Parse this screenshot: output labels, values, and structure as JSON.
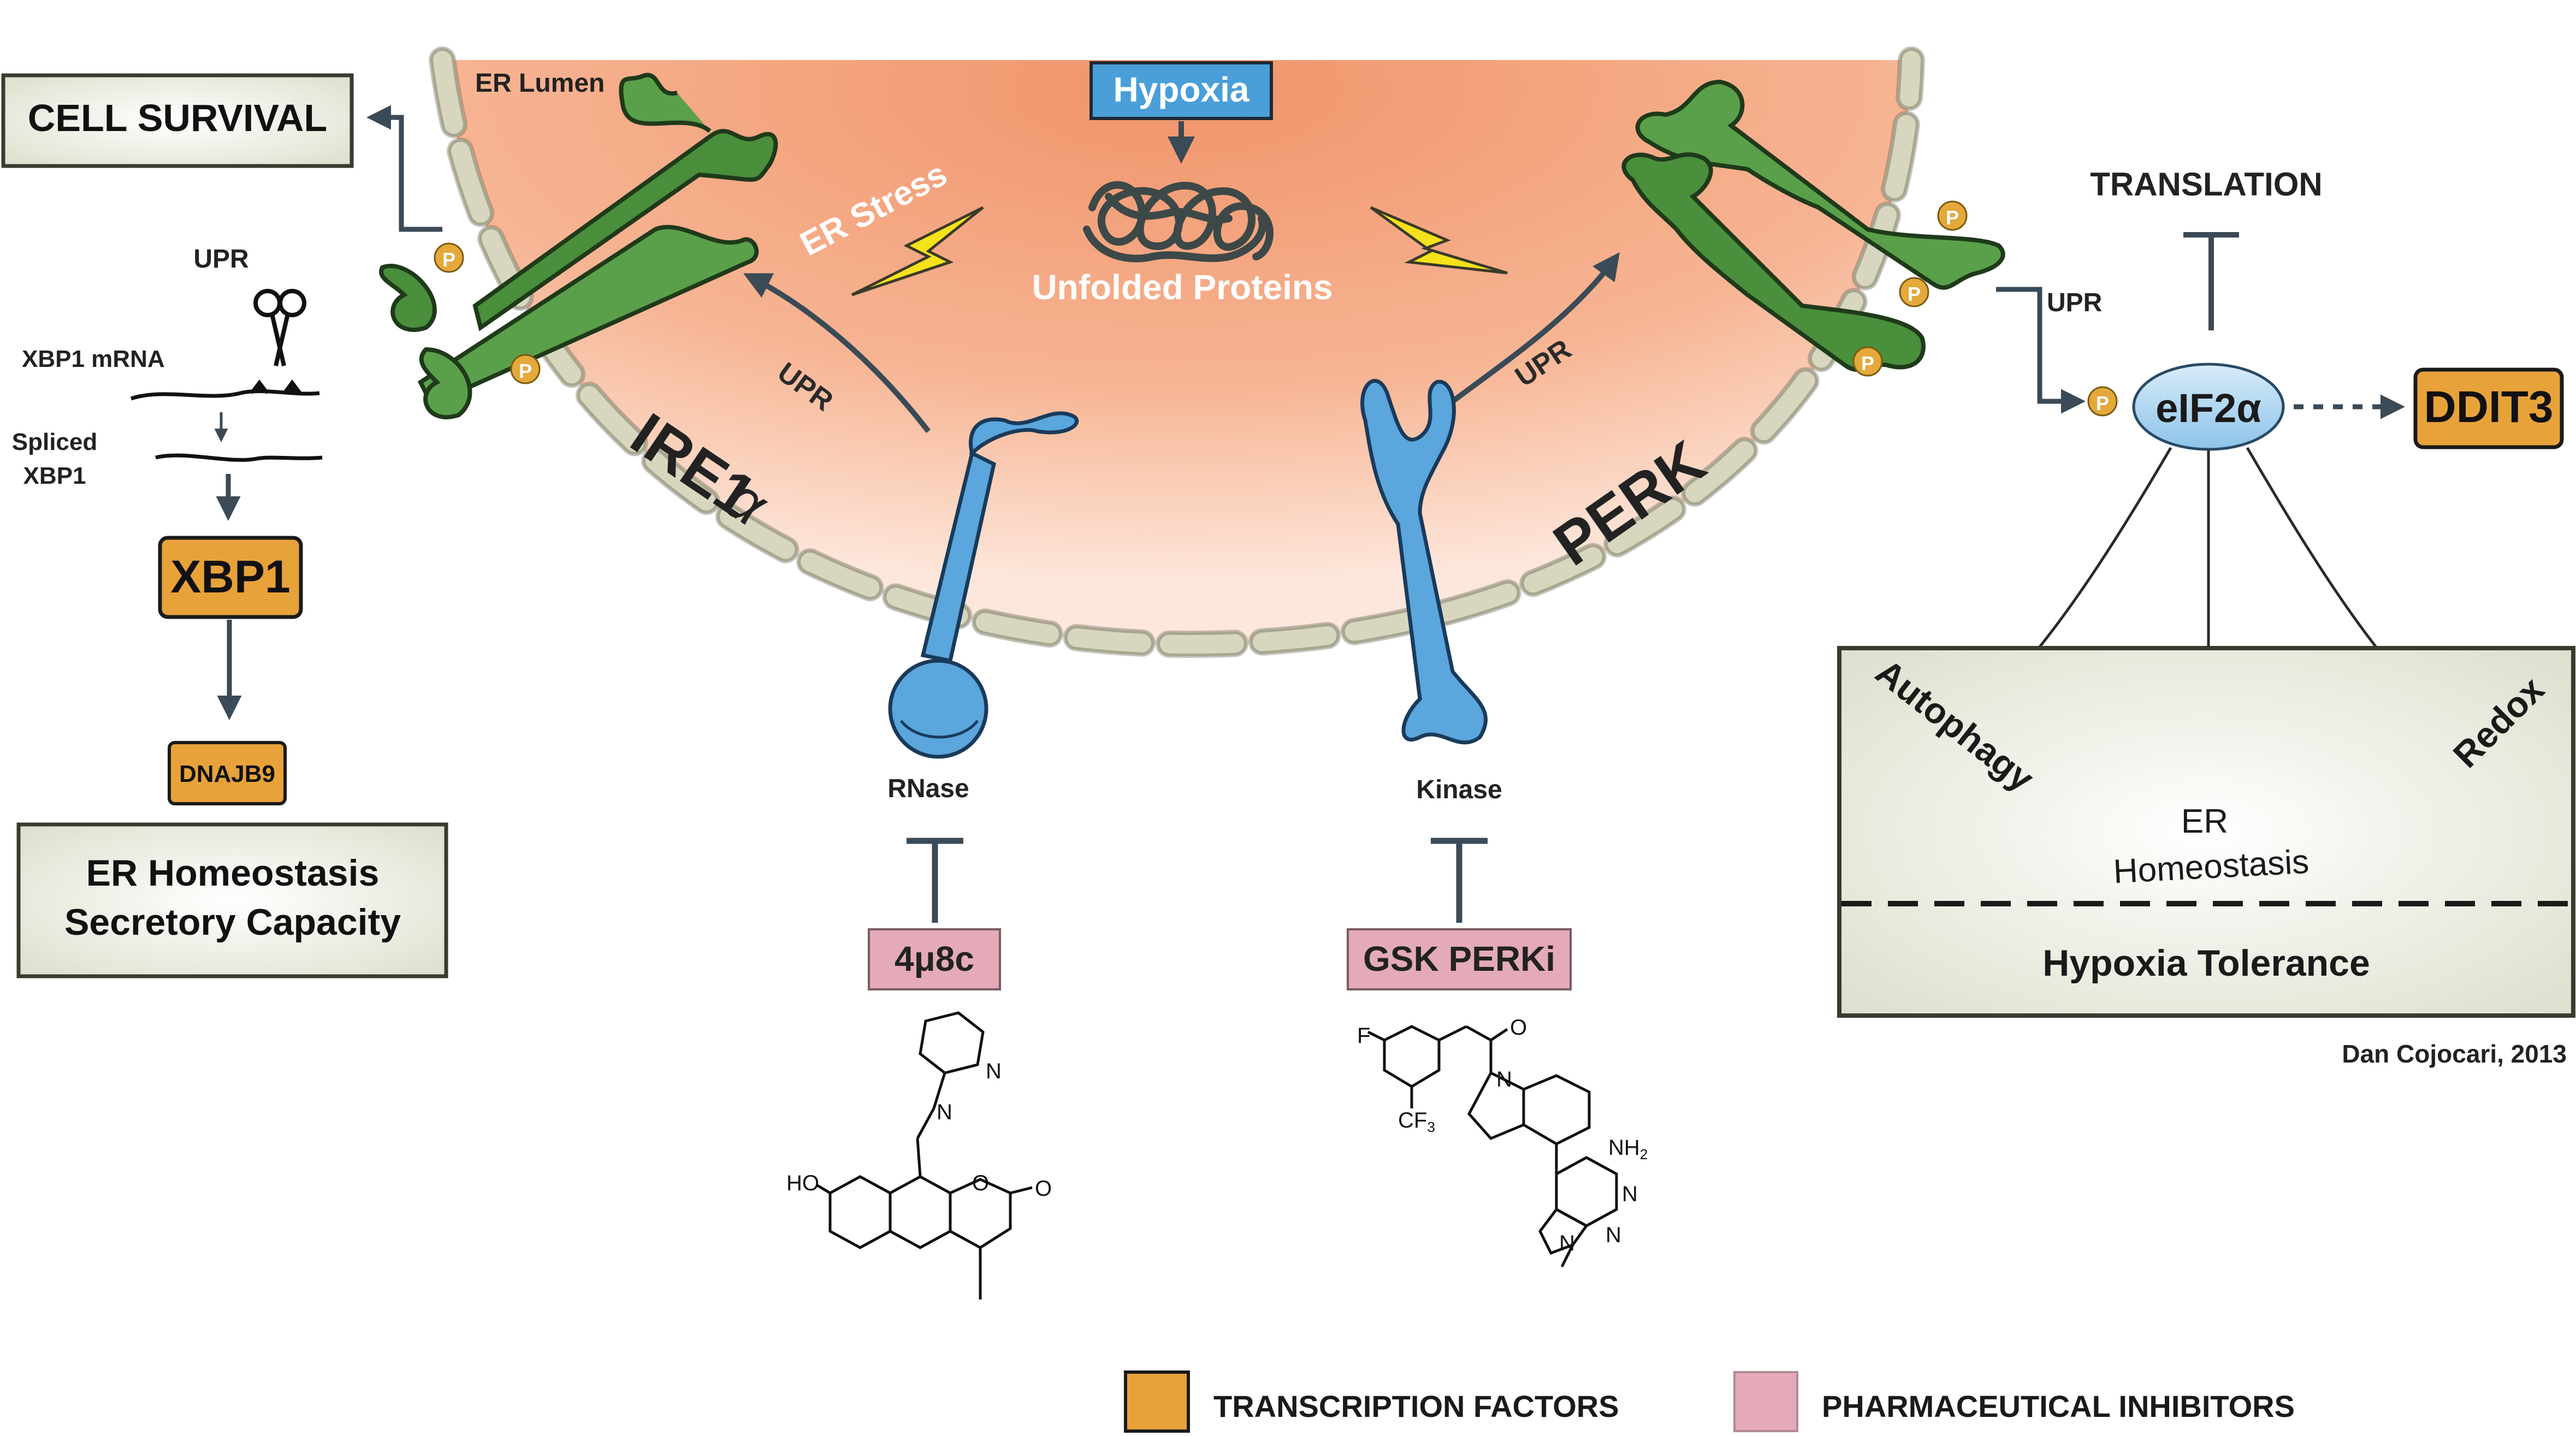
{
  "title_labels": {
    "er_lumen": "ER Lumen",
    "hypoxia": "Hypoxia",
    "er_stress": "ER Stress",
    "unfolded_proteins": "Unfolded Proteins",
    "cell_survival": "CELL SURVIVAL",
    "upr": "UPR",
    "xbp1_mrna": "XBP1 mRNA",
    "spliced_line1": "Spliced",
    "spliced_line2": "XBP1",
    "xbp1": "XBP1",
    "dnajb9": "DNAJB9",
    "er_homeostasis_line1": "ER Homeostasis",
    "er_homeostasis_line2": "Secretory Capacity",
    "ire1": "IRE1",
    "ire1_alpha": "α",
    "perk": "PERK",
    "rnase": "RNase",
    "kinase": "Kinase",
    "inhibitor_ire1": "4μ8c",
    "inhibitor_perk": "GSK PERKi",
    "translation": "TRANSLATION",
    "eif2a": "eIF2α",
    "ddit3": "DDIT3",
    "autophagy": "Autophagy",
    "er_box_line1": "ER",
    "er_box_line2": "Homeostasis",
    "redox": "Redox",
    "hypoxia_tolerance": "Hypoxia Tolerance",
    "credit": "Dan Cojocari, 2013",
    "phospho": "P"
  },
  "chemistry": {
    "c1_N1": "N",
    "c1_N2": "N",
    "c1_O1": "O",
    "c1_O2": "O",
    "c1_HO": "HO",
    "c2_F": "F",
    "c2_CF3": "CF",
    "c2_CF3_sub": "3",
    "c2_O": "O",
    "c2_N1": "N",
    "c2_NH2": "NH",
    "c2_NH2_sub": "2",
    "c2_N2": "N",
    "c2_N3": "N",
    "c2_N4": "N"
  },
  "legend": {
    "transcription_factors": "TRANSCRIPTION FACTORS",
    "pharmaceutical_inhibitors": "PHARMACEUTICAL INHIBITORS"
  },
  "colors": {
    "orange_box": "#e8a23a",
    "pink_box": "#e4aab8",
    "blue_box": "#4a9fd8",
    "membrane_green": "#4a8f3c",
    "protein_blue": "#5aa6dd",
    "arrow": "#3a4a56",
    "beige_box": "#eeeee2"
  }
}
